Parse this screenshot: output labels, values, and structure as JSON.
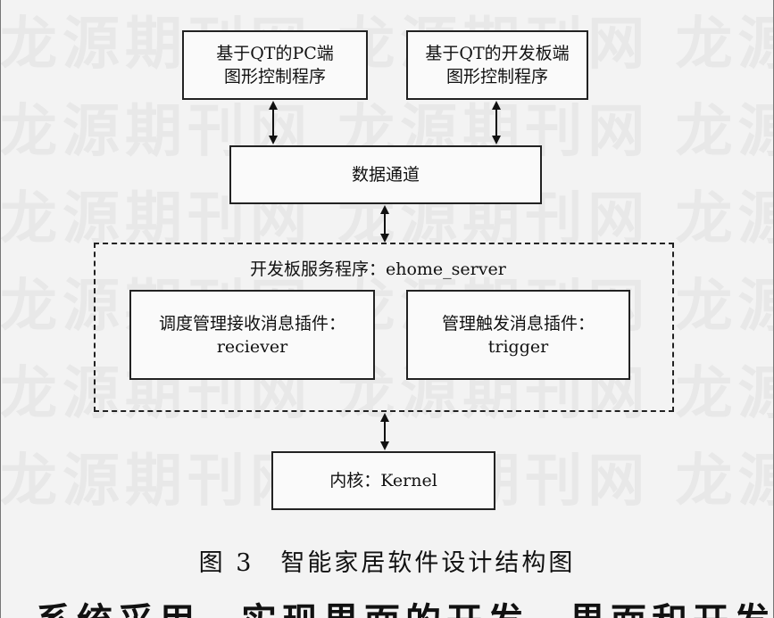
{
  "watermark": "龙源期刊网",
  "nodes": {
    "pc_gui": {
      "line1": "基于QT的PC端",
      "line2": "图形控制程序"
    },
    "board_gui": {
      "line1": "基于QT的开发板端",
      "line2": "图形控制程序"
    },
    "data_channel": {
      "label": "数据通道"
    },
    "server": {
      "label": "开发板服务程序：ehome_server"
    },
    "receiver_plugin": {
      "line1": "调度管理接收消息插件：",
      "line2": "reciever"
    },
    "trigger_plugin": {
      "line1": "管理触发消息插件：",
      "line2": "trigger"
    },
    "kernel": {
      "label": "内核：Kernel"
    }
  },
  "caption": "图 3　智能家居软件设计结构图",
  "body_text_fragment": "系统采用，实现界面的开发，界面和开发板服务"
}
